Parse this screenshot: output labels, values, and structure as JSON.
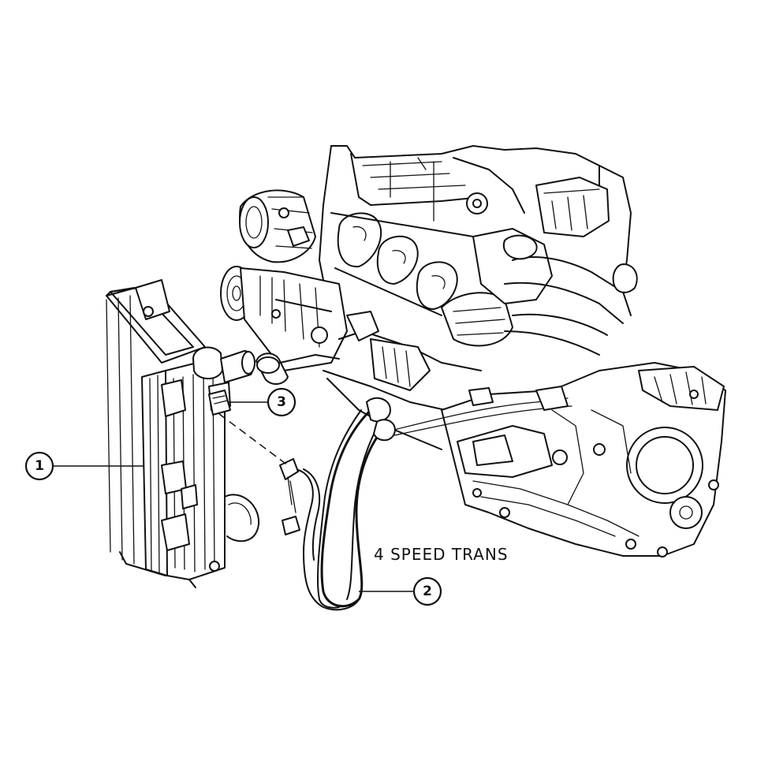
{
  "callouts": [
    {
      "number": "1",
      "target": "radiator"
    },
    {
      "number": "2",
      "target": "hose"
    },
    {
      "number": "3",
      "target": "clamp"
    }
  ],
  "annotation": "4 SPEED TRANS"
}
